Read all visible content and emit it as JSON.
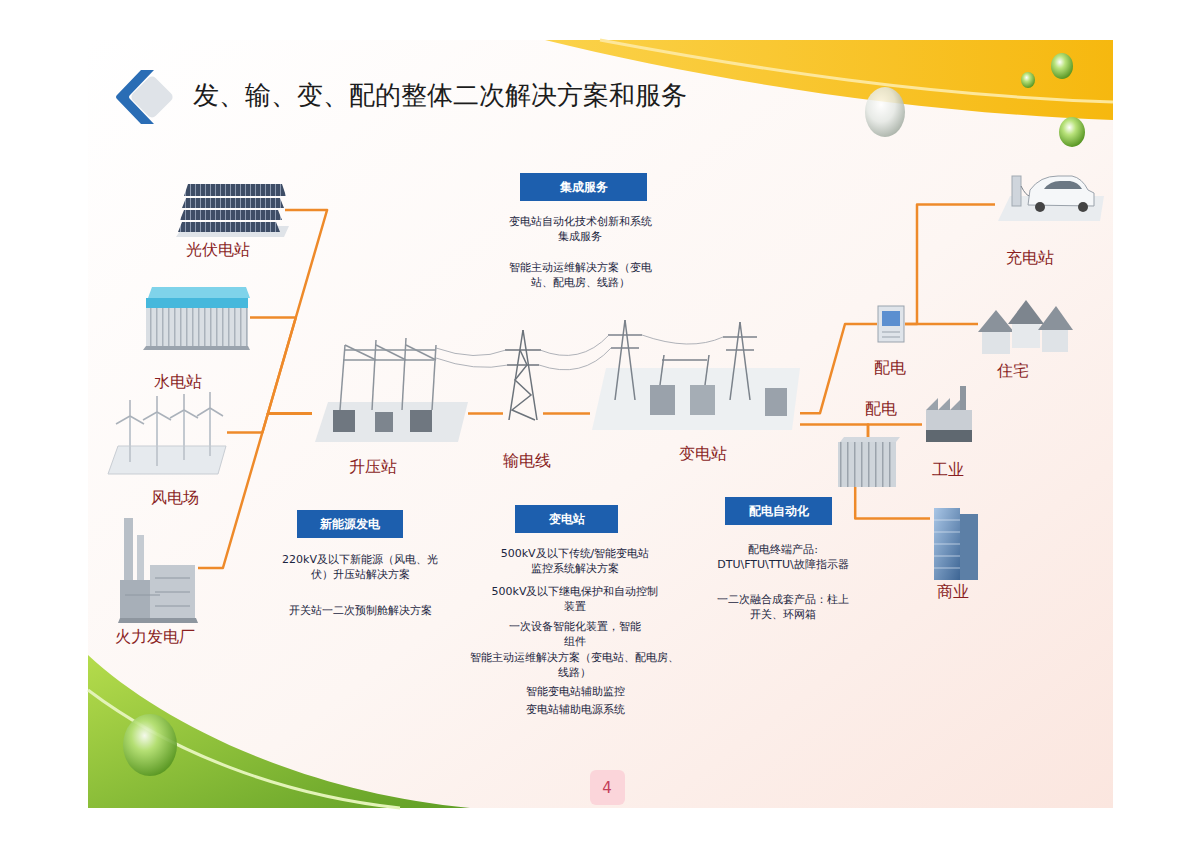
{
  "diagram": {
    "title": "发、输、变、配的整体二次解决方案和服务",
    "nodes": [
      {
        "text": [
          "光伏电站"
        ]
      },
      {
        "text": [
          "水电站"
        ]
      },
      {
        "text": [
          "风电场"
        ]
      },
      {
        "text": [
          "火力发电厂"
        ]
      },
      {
        "text": [
          "升压站"
        ]
      },
      {
        "text": [
          "输电线"
        ]
      },
      {
        "text": [
          "变电站"
        ]
      },
      {
        "text": [
          "配电"
        ]
      },
      {
        "text": [
          "配电"
        ]
      },
      {
        "text": [
          "充电站"
        ]
      },
      {
        "text": [
          "住宅"
        ]
      },
      {
        "text": [
          "工业"
        ]
      },
      {
        "text": [
          "商业"
        ]
      },
      {
        "text": [
          "集成服务"
        ]
      },
      {
        "text": [
          "新能源发电"
        ]
      },
      {
        "text": [
          "变电站"
        ]
      },
      {
        "text": [
          "配电自动化"
        ]
      }
    ],
    "edges": [
      {
        "from": 0,
        "to": 4,
        "arrow": "none"
      },
      {
        "from": 1,
        "to": 4,
        "arrow": "none"
      },
      {
        "from": 2,
        "to": 4,
        "arrow": "none"
      },
      {
        "from": 3,
        "to": 4,
        "arrow": "none"
      },
      {
        "from": 4,
        "to": 5,
        "arrow": "none"
      },
      {
        "from": 5,
        "to": 6,
        "arrow": "none"
      },
      {
        "from": 6,
        "to": 7,
        "arrow": "none"
      },
      {
        "from": 6,
        "to": 8,
        "arrow": "none"
      },
      {
        "from": 8,
        "to": 11,
        "arrow": "none"
      },
      {
        "from": 8,
        "to": 12,
        "arrow": "none"
      },
      {
        "from": 7,
        "to": 9,
        "arrow": "none"
      },
      {
        "from": 7,
        "to": 10,
        "arrow": "none"
      }
    ],
    "labels": [
      "变电站自动化技术创新和系统 集成服务",
      "智能主动运维解决方案（变电 站、配电房、线路）",
      "220kV及以下新能源（风电、光 伏）升压站解决方案",
      "开关站一二次预制舱解决方案",
      "500kV及以下传统/智能变电站 监控系统解决方案",
      "500kV及以下继电保护和自动控制 装置",
      "一次设备智能化装置，智能 组件",
      "智能主动运维解决方案（变电站、配电房、 线路）",
      "智能变电站辅助监控",
      "变电站辅助电源系统",
      "配电终端产品: DTU\\FTU\\TTU\\故障指示器",
      "一二次融合成套产品：柱上 开关、环网箱",
      "4"
    ]
  }
}
